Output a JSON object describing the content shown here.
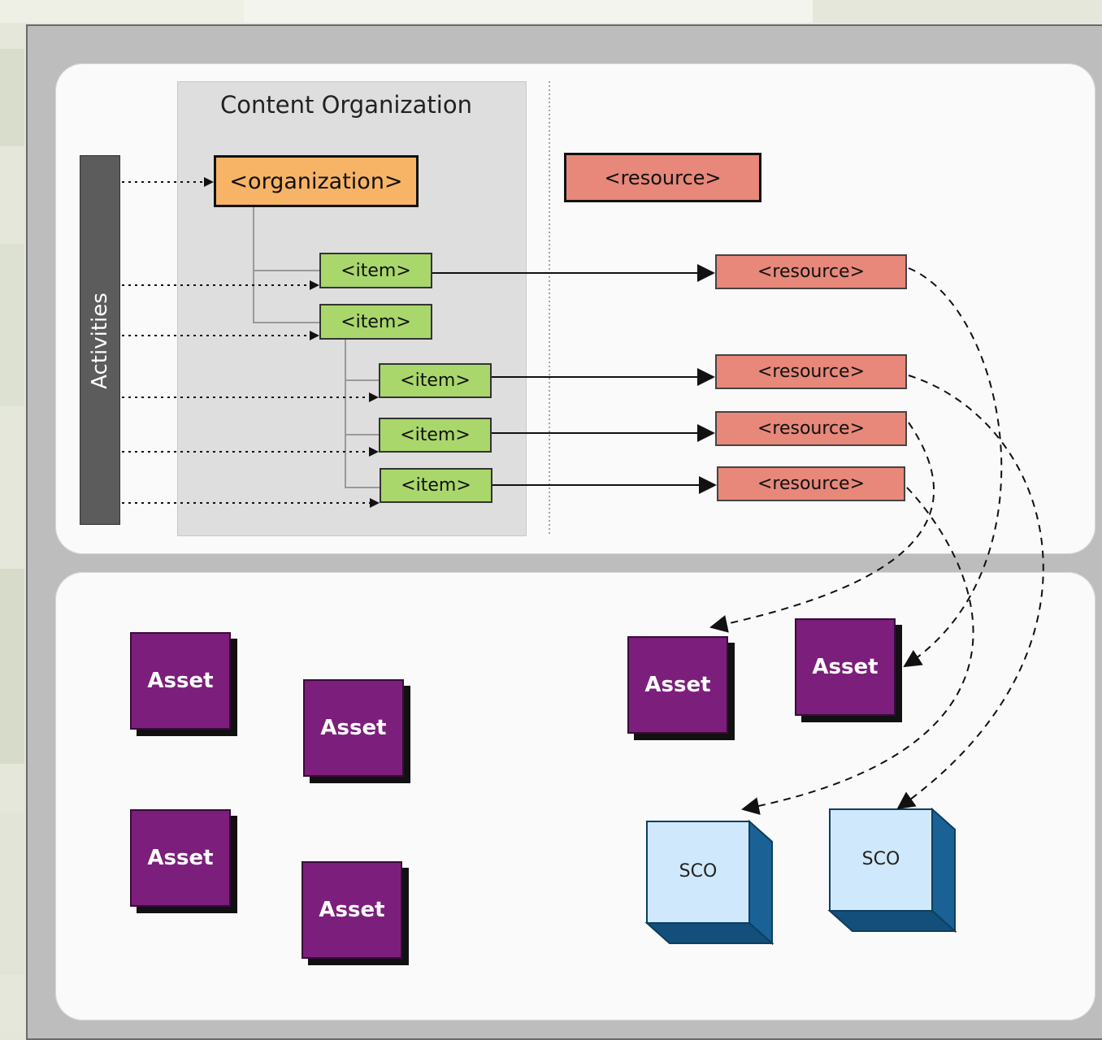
{
  "content_organization": {
    "title": "Content Organization"
  },
  "activities": {
    "label": "Activities"
  },
  "organization": {
    "label": "<organization>"
  },
  "resource_header": {
    "label": "<resource>"
  },
  "items": [
    {
      "label": "<item>"
    },
    {
      "label": "<item>"
    },
    {
      "label": "<item>"
    },
    {
      "label": "<item>"
    },
    {
      "label": "<item>"
    }
  ],
  "resources": [
    {
      "label": "<resource>"
    },
    {
      "label": "<resource>"
    },
    {
      "label": "<resource>"
    },
    {
      "label": "<resource>"
    }
  ],
  "assets": [
    {
      "label": "Asset"
    },
    {
      "label": "Asset"
    },
    {
      "label": "Asset"
    },
    {
      "label": "Asset"
    },
    {
      "label": "Asset"
    },
    {
      "label": "Asset"
    }
  ],
  "scos": [
    {
      "label": "SCO"
    },
    {
      "label": "SCO"
    }
  ],
  "colors": {
    "organization": "#f7b466",
    "item": "#a9d76b",
    "resource": "#e7887a",
    "asset": "#7c1e7c",
    "sco_face": "#cfe8fb",
    "sco_side": "#1f6fa3",
    "activities_bar": "#5c5c5c"
  }
}
